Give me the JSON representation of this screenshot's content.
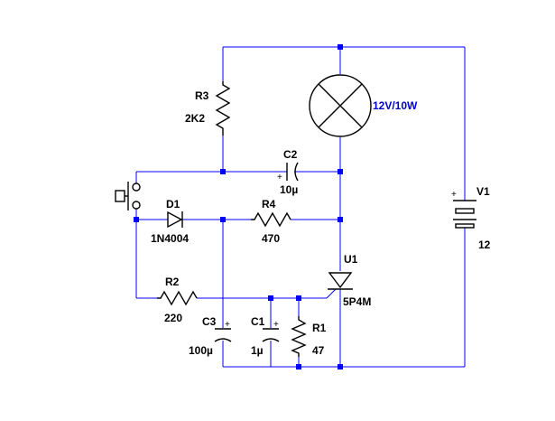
{
  "components": {
    "lamp": {
      "value": "12V/10W"
    },
    "R3": {
      "ref": "R3",
      "value": "2K2"
    },
    "C2": {
      "ref": "C2",
      "value": "10µ",
      "polarity": "+"
    },
    "D1": {
      "ref": "D1",
      "value": "1N4004"
    },
    "R4": {
      "ref": "R4",
      "value": "470"
    },
    "V1": {
      "ref": "V1",
      "value": "12",
      "polarity": "+"
    },
    "U1": {
      "ref": "U1",
      "value": "5P4M"
    },
    "R2": {
      "ref": "R2",
      "value": "220"
    },
    "C3": {
      "ref": "C3",
      "value": "100µ",
      "polarity": "+"
    },
    "C1": {
      "ref": "C1",
      "value": "1µ",
      "polarity": "+"
    },
    "R1": {
      "ref": "R1",
      "value": "47"
    }
  },
  "colors": {
    "wire": "#0000ff",
    "component": "#000000",
    "label": "#000000",
    "lamp_label": "#0000cc"
  },
  "icons": {
    "switch": "push-button-switch-icon",
    "lamp": "lamp-icon",
    "battery": "battery-icon",
    "scr": "scr-thyristor-icon"
  }
}
